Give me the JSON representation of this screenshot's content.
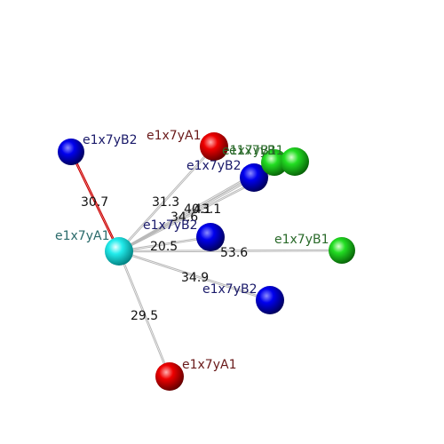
{
  "colors": {
    "background": "#ffffff",
    "edge": "#b8b8b8",
    "edge_highlight": "#cc0000",
    "label_A1": "#6a1a1a",
    "label_B2": "#1a1a6a",
    "label_B1": "#2a6a2a",
    "label_center": "#2a6a6a"
  },
  "nodes": [
    {
      "id": "center",
      "label": "e1x7yA1",
      "sphere": "cyan"
    },
    {
      "id": "b2-topleft",
      "label": "e1x7yB2",
      "sphere": "blue"
    },
    {
      "id": "a1-top",
      "label": "e1x7yA1",
      "sphere": "red"
    },
    {
      "id": "b2-upper",
      "label": "e1x7yB2",
      "sphere": "blue"
    },
    {
      "id": "b1-top-a",
      "label": "e1x7yB1",
      "sphere": "green"
    },
    {
      "id": "b1-top-b",
      "label": "e1x7yB1",
      "sphere": "green"
    },
    {
      "id": "b2-mid",
      "label": "e1x7yB2",
      "sphere": "blue"
    },
    {
      "id": "b1-right",
      "label": "e1x7yB1",
      "sphere": "green"
    },
    {
      "id": "b2-lower",
      "label": "e1x7yB2",
      "sphere": "blue"
    },
    {
      "id": "a1-bottom",
      "label": "e1x7yA1",
      "sphere": "red"
    }
  ],
  "edges": [
    {
      "from": "center",
      "to": "b2-topleft",
      "label": "30.7",
      "highlight": true
    },
    {
      "from": "center",
      "to": "a1-top",
      "label": "31.3"
    },
    {
      "from": "center",
      "to": "b2-upper",
      "label": "34.6"
    },
    {
      "from": "center",
      "to": "b1-top-a",
      "label": "40.1"
    },
    {
      "from": "center",
      "to": "b1-top-b",
      "label": "43.1"
    },
    {
      "from": "center",
      "to": "b2-mid",
      "label": "20.5"
    },
    {
      "from": "center",
      "to": "b1-right",
      "label": "53.6"
    },
    {
      "from": "center",
      "to": "b2-lower",
      "label": "34.9"
    },
    {
      "from": "center",
      "to": "a1-bottom",
      "label": "29.5"
    }
  ]
}
